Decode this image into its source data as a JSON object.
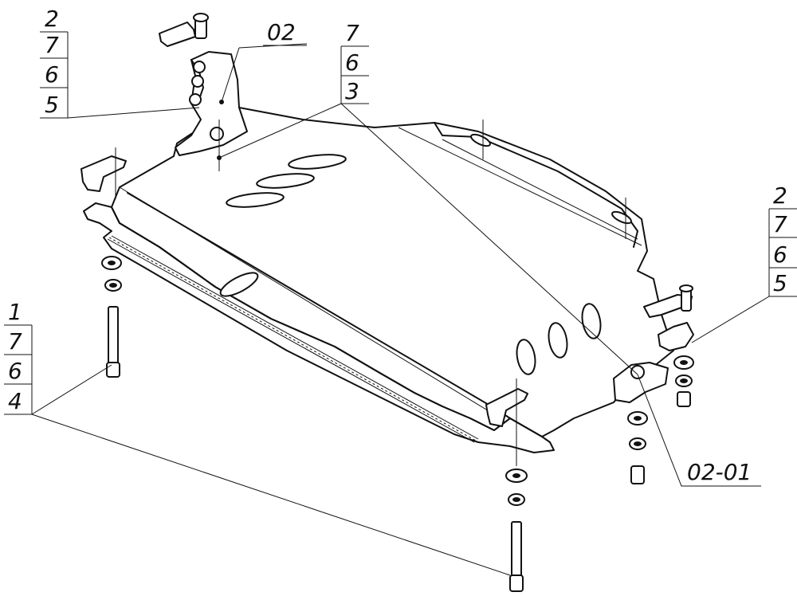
{
  "callouts": {
    "top_left": [
      "2",
      "7",
      "6",
      "5"
    ],
    "label_02": "02",
    "top_mid": [
      "7",
      "6",
      "3"
    ],
    "right": [
      "2",
      "7",
      "6",
      "5"
    ],
    "bottom_left": [
      "1",
      "7",
      "6",
      "4"
    ],
    "label_02_01": "02-01"
  }
}
